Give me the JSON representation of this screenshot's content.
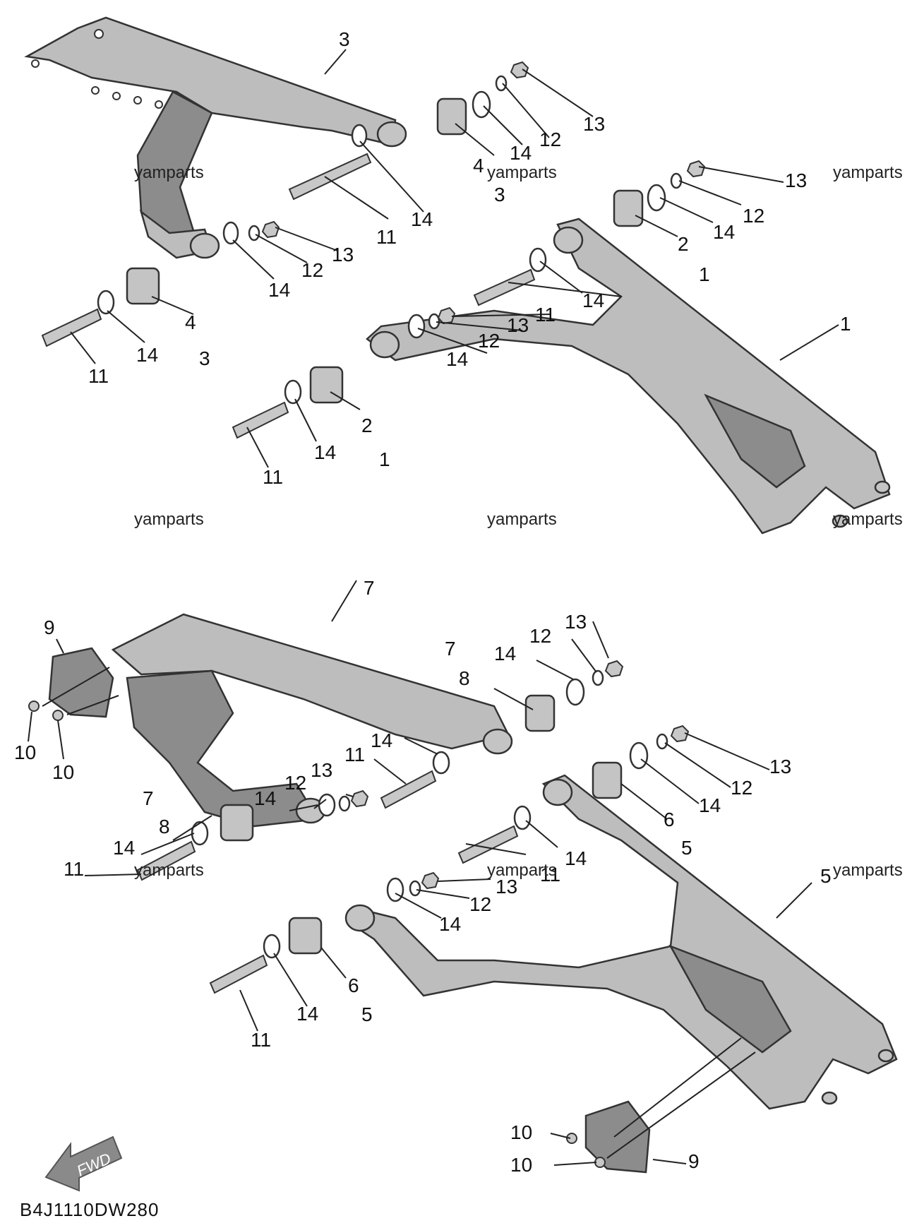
{
  "diagram_code": "B4J1110DW280",
  "direction_label": "FWD",
  "watermark": "yamparts",
  "callouts": {
    "c3_top": "3",
    "c13_a": "13",
    "c12_a": "12",
    "c14_a": "14",
    "c4_a": "4",
    "c3_a": "3",
    "c14_b": "14",
    "c11_a": "11",
    "c13_b": "13",
    "c12_b": "12",
    "c14_c": "14",
    "c2_a": "2",
    "c1_a": "1",
    "c14_d": "14",
    "c11_b": "11",
    "c13_c": "13",
    "c12_c": "12",
    "c14_e": "14",
    "c12_d": "12",
    "c13_d": "13",
    "c14_f": "14",
    "c4_b": "4",
    "c3_b": "3",
    "c14_g": "14",
    "c11_c": "11",
    "c1_main": "1",
    "c14_h": "14",
    "c2_b": "2",
    "c1_b": "1",
    "c11_d": "11",
    "c7_top": "7",
    "c9_a": "9",
    "c10_a": "10",
    "c10_b": "10",
    "c7_a": "7",
    "c8_a": "8",
    "c14_i": "14",
    "c12_e": "12",
    "c13_e": "13",
    "c14_j": "14",
    "c11_e": "11",
    "c13_f": "13",
    "c12_f": "12",
    "c13_g": "13",
    "c12_g": "12",
    "c14_k": "14",
    "c6_a": "6",
    "c5_a": "5",
    "c14_l": "14",
    "c11_f": "11",
    "c14_m": "14",
    "c7_b": "7",
    "c8_b": "8",
    "c14_n": "14",
    "c11_g": "11",
    "c13_h": "13",
    "c12_h": "12",
    "c14_o": "14",
    "c5_main": "5",
    "c6_b": "6",
    "c5_b": "5",
    "c14_p": "14",
    "c11_h": "11",
    "c10_c": "10",
    "c10_d": "10",
    "c9_b": "9"
  }
}
